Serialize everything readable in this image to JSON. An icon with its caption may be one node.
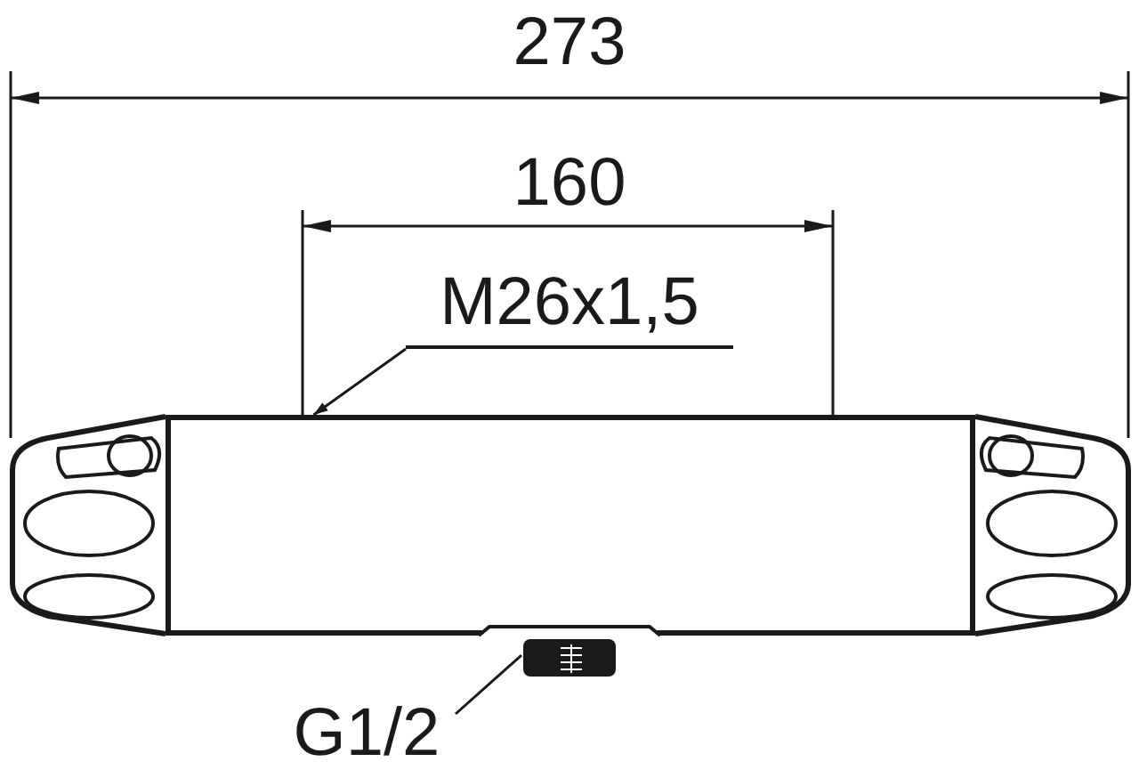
{
  "diagram": {
    "nodes": [
      {
        "text": [
          "M26x1,5"
        ]
      },
      {
        "text": [],
        "shape": "box"
      },
      {
        "text": [
          "G1/2"
        ]
      },
      {
        "text": [],
        "shape": "picture"
      }
    ],
    "edges": [
      {
        "from": 0,
        "to": 1,
        "arrow": "to"
      },
      {
        "from": 2,
        "to": 3,
        "arrow": "none"
      }
    ],
    "labels": [
      "273",
      "160"
    ]
  }
}
